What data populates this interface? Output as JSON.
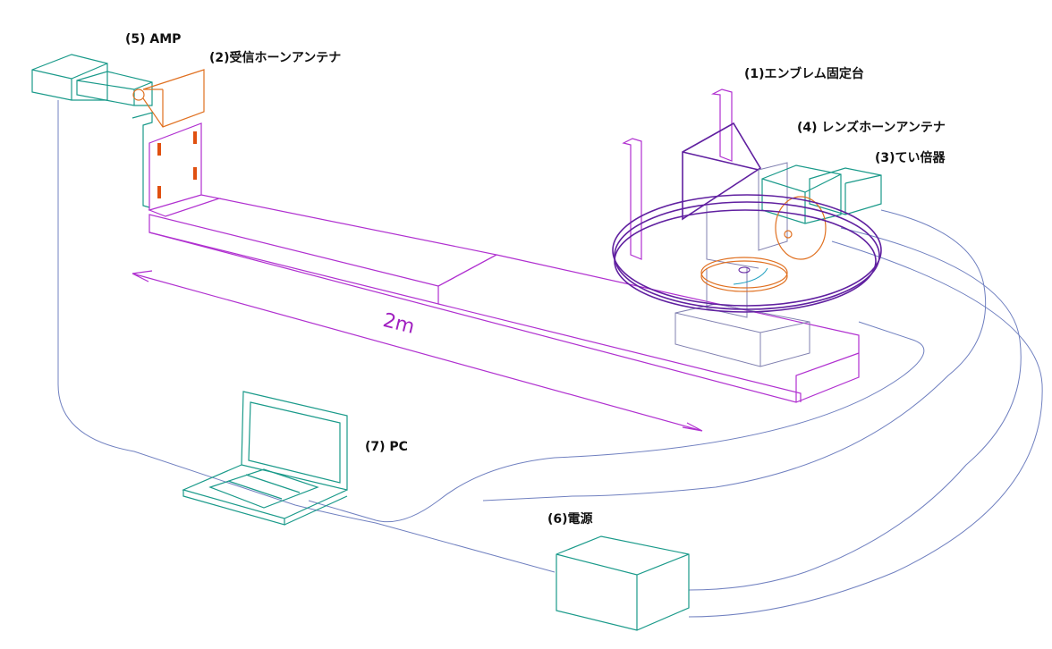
{
  "labels": {
    "amp": "(5) AMP",
    "rx_horn": "(2)受信ホーンアンテナ",
    "emblem_mount": "(1)エンブレム固定台",
    "lens_horn": "(4) レンズホーンアンテナ",
    "multiplier": "(3)てい倍器",
    "pc": "(7) PC",
    "power": "(6)電源",
    "distance": "2m"
  },
  "colors": {
    "device": "#1a9a8a",
    "rail": "#b030d0",
    "antenna": "#e07020",
    "cable": "#7080c0"
  }
}
